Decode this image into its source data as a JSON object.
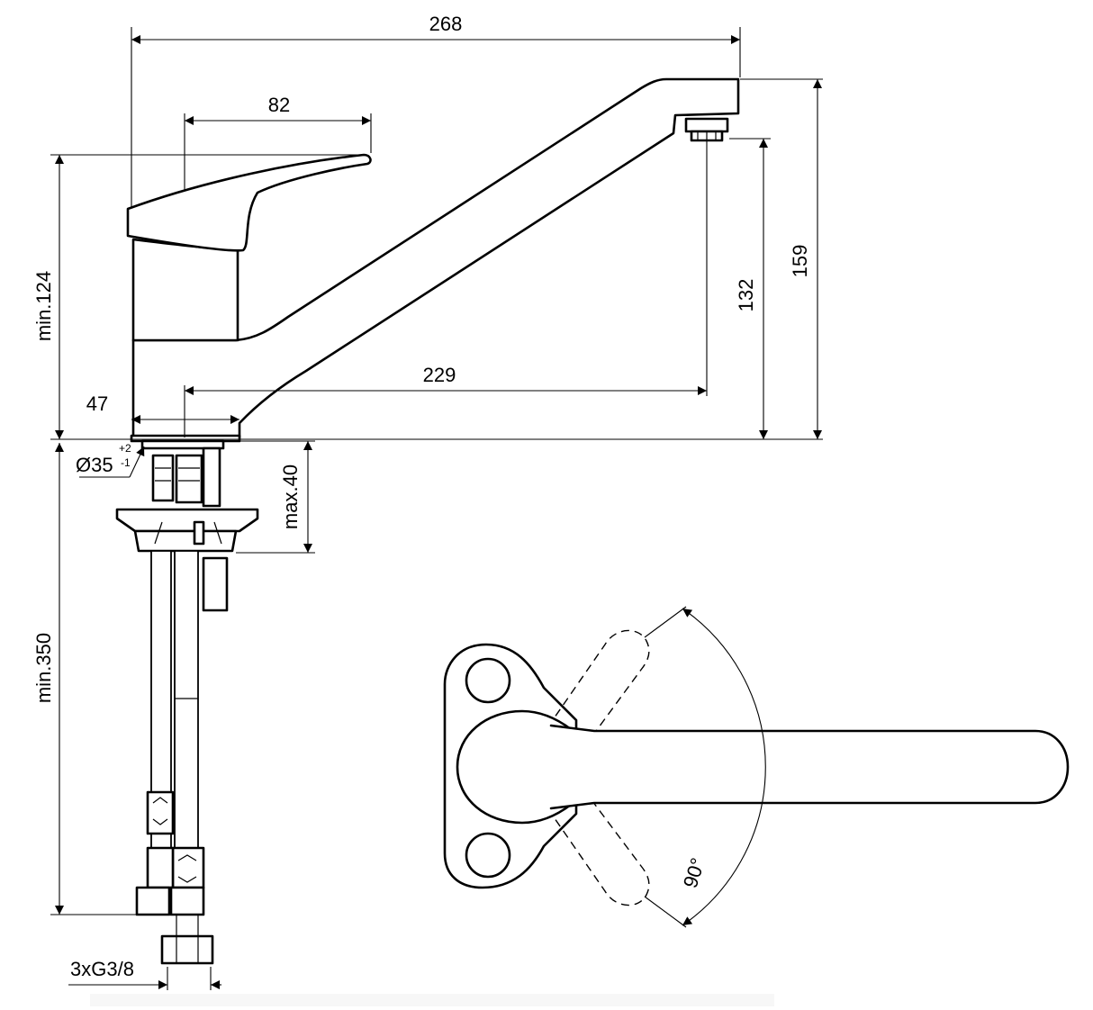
{
  "dimensions": {
    "overall_length": "268",
    "lever_length": "82",
    "min_height": "min.124",
    "spout_reach": "229",
    "aerator_height": "132",
    "overall_height": "159",
    "base_width": "47",
    "hole_diameter": "Ø35",
    "hole_tolerance_upper": "+2",
    "hole_tolerance_lower": "-1",
    "max_deck_thickness": "max.40",
    "hose_length": "min.350",
    "thread_spec": "3xG3/8",
    "rotation_angle": "90°"
  },
  "colors": {
    "line": "#000000",
    "background": "#ffffff"
  }
}
